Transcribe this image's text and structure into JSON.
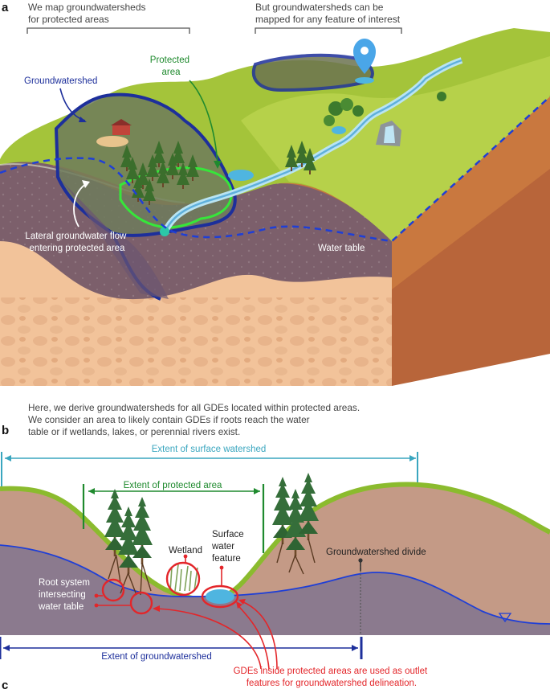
{
  "panel_a": {
    "letter": "a",
    "note_left": [
      "We map groundwatersheds",
      "for protected areas"
    ],
    "note_right": [
      "But groundwatersheds can be",
      "mapped for any feature of interest"
    ],
    "groundwatershed_label": "Groundwatershed",
    "protected_area_label": [
      "Protected",
      "area"
    ],
    "lateral_flow_label": [
      "Lateral groundwater flow",
      "entering protected area"
    ],
    "water_table_label": "Water table"
  },
  "caption": [
    "Here, we derive groundwatersheds for all GDEs located within protected areas.",
    "We consider an area to likely contain GDEs if roots reach the water",
    "table or if wetlands, lakes, or perennial rivers exist."
  ],
  "panel_b": {
    "letter": "b",
    "surface_watershed_label": "Extent of surface watershed",
    "protected_extent_label": "Extent of protected area",
    "wetland_label": "Wetland",
    "surface_water_label": [
      "Surface",
      "water",
      "feature"
    ],
    "divide_label": "Groundwatershed divide",
    "root_label": [
      "Root system",
      "intersecting",
      "water table"
    ],
    "groundwatershed_extent_label": "Extent of groundwatershed",
    "outlet_note": [
      "GDEs inside protected areas are used as outlet",
      "features for groundwatershed delineation."
    ]
  },
  "panel_c": {
    "letter": "c"
  },
  "colors": {
    "groundwatershed": "#1d2f9b",
    "protected": "#1f8a2e",
    "surface_watershed": "#3aa6bf",
    "gde": "#e3262a",
    "water_table": "#1f3fd6"
  }
}
